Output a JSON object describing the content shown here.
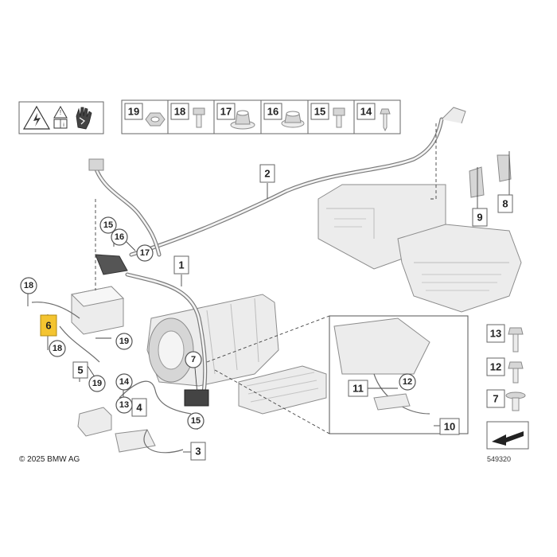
{
  "hardware_strip": [
    "19",
    "18",
    "17",
    "16",
    "15",
    "14"
  ],
  "side_parts": [
    "13",
    "12",
    "7"
  ],
  "callouts": {
    "c1": "1",
    "c2": "2",
    "c3": "3",
    "c4": "4",
    "c5": "5",
    "c6": "6",
    "c7": "7",
    "c8": "8",
    "c9": "9",
    "c10": "10",
    "c11": "11",
    "c12": "12",
    "c13": "13",
    "c14": "14",
    "c15a": "15",
    "c15b": "15",
    "c16": "16",
    "c17": "17",
    "c18a": "18",
    "c18b": "18",
    "c19a": "19",
    "c19b": "19"
  },
  "copyright": "© 2025 BMW AG",
  "diagram_id": "549320",
  "highlight_color": "#f4c430",
  "warning_icons": [
    "high-voltage-warning-icon",
    "read-manual-icon",
    "protective-glove-icon"
  ]
}
